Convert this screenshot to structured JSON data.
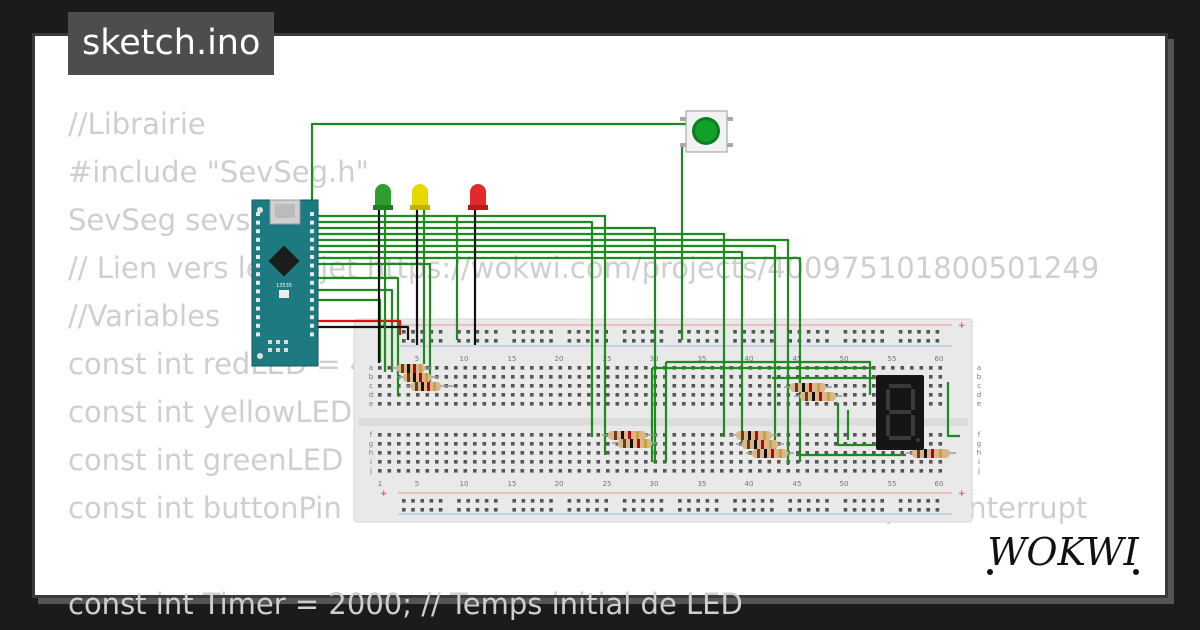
{
  "tab": {
    "title": "sketch.ino"
  },
  "code_lines": [
    "//Librairie",
    "#include \"SevSeg.h\"",
    "SevSeg sevseg;",
    "// Lien vers le projet https://wokwi.com/projects/400975101800501249",
    "//Variables",
    "const int redLED = 4;",
    "const int yellowLED = 5;",
    "const int greenLED = 6;",
    "const int buttonPin = 2;                                    // bouton pour interrupt",
    "",
    "const int Timer = 2000; // Temps initial de LED"
  ],
  "breadboard": {
    "column_labels": [
      "1",
      "5",
      "10",
      "15",
      "20",
      "25",
      "30",
      "35",
      "40",
      "45",
      "50",
      "55",
      "60"
    ],
    "row_labels_top": [
      "a",
      "b",
      "c",
      "d",
      "e"
    ],
    "row_labels_bottom": [
      "f",
      "g",
      "h",
      "i",
      "j"
    ]
  },
  "arduino": {
    "chip_label": "13535"
  },
  "logo": {
    "text": "WOKWI"
  },
  "colors": {
    "wire_green": "#1f8a1f",
    "wire_red": "#d11",
    "wire_black": "#111",
    "board_teal": "#1d7a80",
    "led_green": "#2e9e2e",
    "led_yellow": "#e6d800",
    "led_red": "#e22a2a",
    "button_green": "#11a12b"
  }
}
